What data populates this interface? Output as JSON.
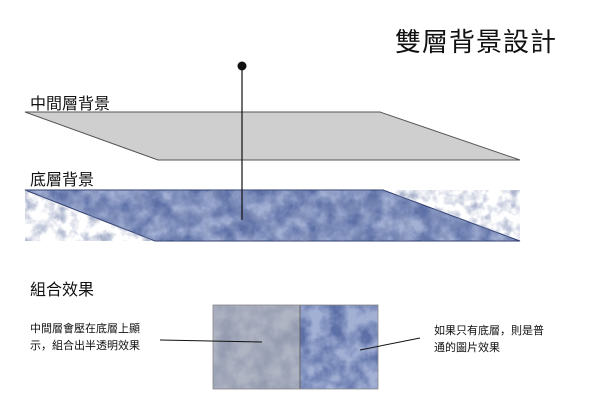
{
  "title": "雙層背景設計",
  "labels": {
    "middle_layer": "中間層背景",
    "bottom_layer": "底層背景",
    "combined": "組合效果"
  },
  "notes": {
    "left": "中間層會壓在底層上顯示，組合出半透明效果",
    "right": "如果只有底層，則是普通的圖片效果"
  },
  "colors": {
    "middle_fill": "#cfcfcf",
    "middle_stroke": "#555555",
    "texture_base": "#5c6fa6",
    "texture_light": "#c3cfe6",
    "texture_dark": "#2e3c6c",
    "overlay_tint": "#b8b8b8"
  }
}
